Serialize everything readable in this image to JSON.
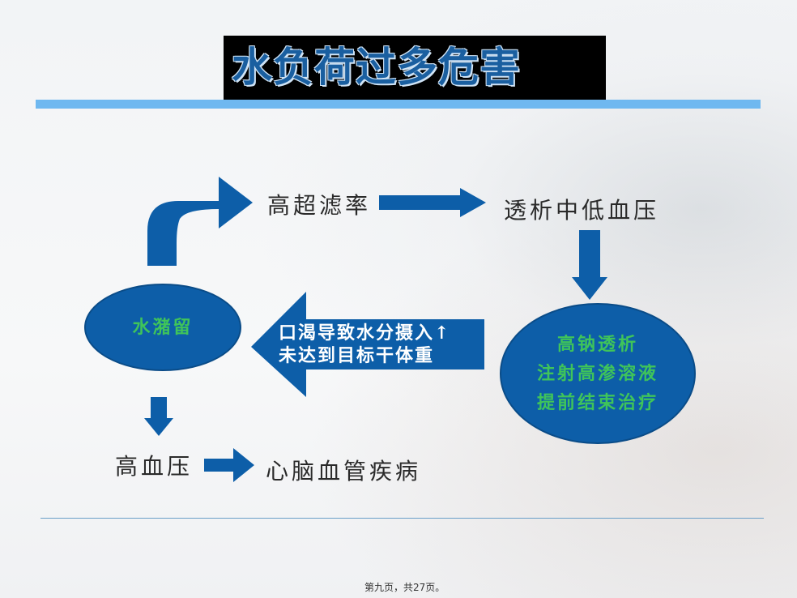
{
  "title": "水负荷过多危害",
  "nodes": {
    "high_uf_rate": "高超滤率",
    "intradialytic_hypotension": "透析中低血压",
    "water_retention": "水潴留",
    "hypertension": "高血压",
    "cardiovascular": "心脑血管疾病"
  },
  "arrow_text": {
    "line1": "口渴导致水分摄入↑",
    "line2": "未达到目标干体重"
  },
  "treatment_ellipse": {
    "line1": "高钠透析",
    "line2": "注射高渗溶液",
    "line3": "提前结束治疗"
  },
  "footer": "第九页，共27页。",
  "colors": {
    "arrow_blue": "#0d5ea8",
    "ellipse_text_green": "#3fc45a",
    "title_bar": "#6fb8f0"
  }
}
